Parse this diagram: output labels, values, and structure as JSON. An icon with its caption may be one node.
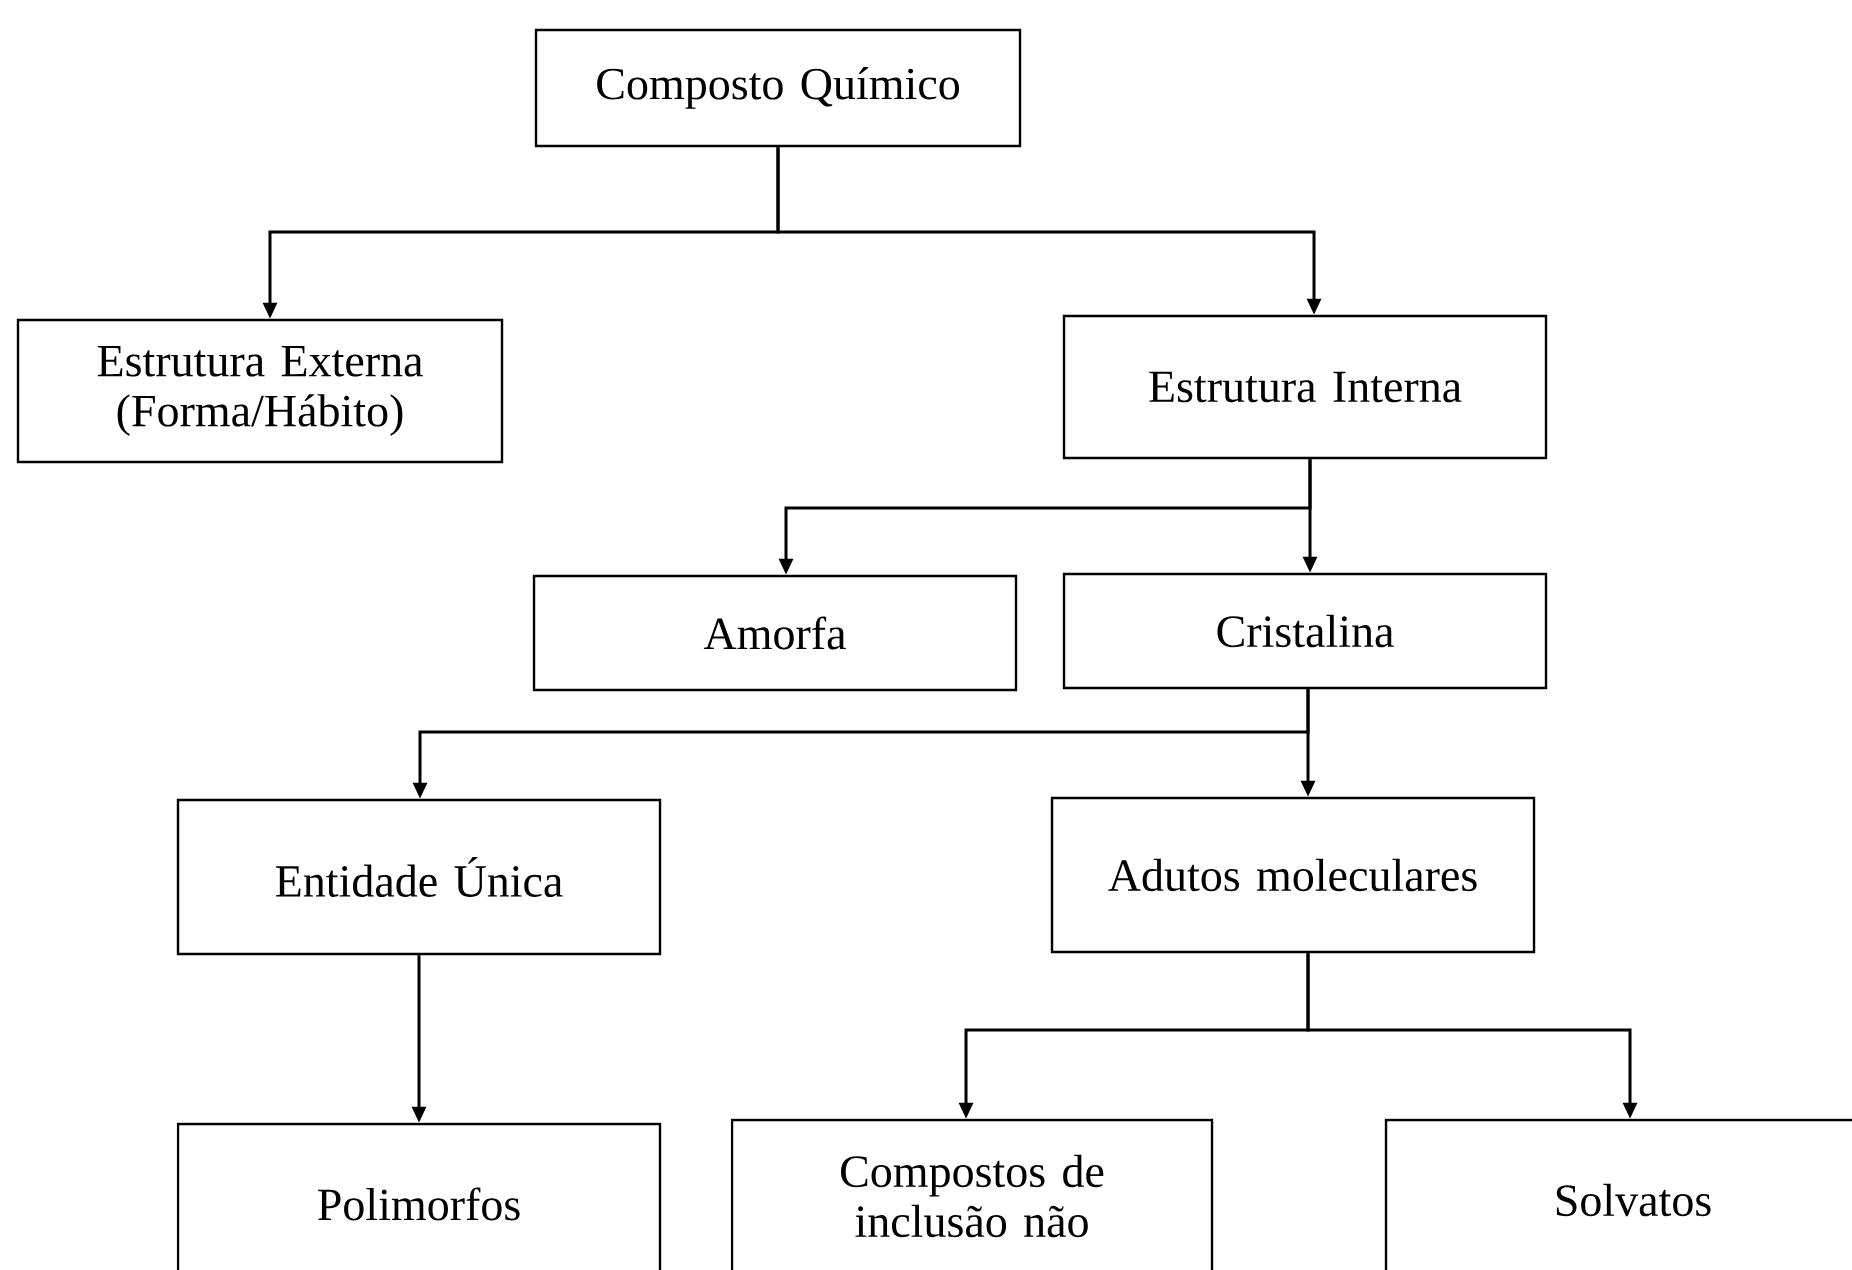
{
  "diagram": {
    "nodes": [
      {
        "text": [
          "Composto Químico"
        ]
      },
      {
        "text": [
          "Estrutura Externa (Forma/Hábito)"
        ]
      },
      {
        "text": [
          "Estrutura Interna"
        ]
      },
      {
        "text": [
          "Amorfa"
        ]
      },
      {
        "text": [
          "Cristalina"
        ]
      },
      {
        "text": [
          "Entidade Única"
        ]
      },
      {
        "text": [
          "Adutos moleculares"
        ]
      },
      {
        "text": [
          "Polimorfos"
        ]
      },
      {
        "text": [
          "Compostos de inclusão não"
        ]
      },
      {
        "text": [
          "Solvatos"
        ]
      }
    ],
    "edges": [
      {
        "from": 0,
        "to": 1,
        "arrow": "to"
      },
      {
        "from": 0,
        "to": 2,
        "arrow": "to"
      },
      {
        "from": 2,
        "to": 3,
        "arrow": "to"
      },
      {
        "from": 2,
        "to": 4,
        "arrow": "to"
      },
      {
        "from": 4,
        "to": 5,
        "arrow": "to"
      },
      {
        "from": 4,
        "to": 6,
        "arrow": "to"
      },
      {
        "from": 5,
        "to": 7,
        "arrow": "to"
      },
      {
        "from": 6,
        "to": 8,
        "arrow": "to"
      },
      {
        "from": 6,
        "to": 9,
        "arrow": "to"
      }
    ]
  }
}
